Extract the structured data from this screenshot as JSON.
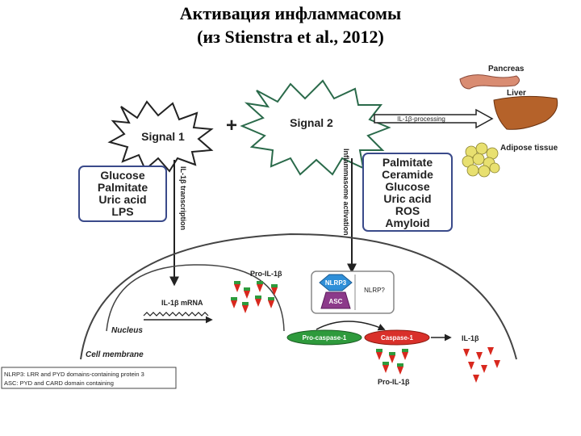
{
  "title": {
    "line1": "Активация   инфламмасомы",
    "line2": "(из Stienstra et al., 2012)"
  },
  "signals": {
    "signal1": "Signal 1",
    "plus": "+",
    "signal2": "Signal 2"
  },
  "arrows": {
    "il1b_processing": "IL-1β-processing",
    "il1b_transcription": "IL-1β transcription",
    "inflammasome_activation": "Inflammasome activation"
  },
  "organs": {
    "pancreas": "Pancreas",
    "liver": "Liver",
    "adipose": "Adipose tissue"
  },
  "signal1_box": [
    "Glucose",
    "Palmitate",
    "Uric acid",
    "LPS"
  ],
  "signal2_box": [
    "Palmitate",
    "Ceramide",
    "Glucose",
    "Uric acid",
    "ROS",
    "Amyloid"
  ],
  "cell": {
    "pro_il1b_top": "Pro-IL-1β",
    "il1b_mrna": "IL-1β mRNA",
    "nucleus": "Nucleus",
    "cell_membrane": "Cell membrane",
    "nlrp3": "NLRP3",
    "asc": "ASC",
    "nlrp_other": "NLRP?",
    "pro_caspase": "Pro-caspase-1",
    "caspase": "Caspase-1",
    "pro_il1b_bottom": "Pro-IL-1β",
    "il1b_out": "IL-1β"
  },
  "legend": [
    "NLRP3: LRR and PYD domains-containing protein 3",
    "ASC: PYD and CARD domain containing"
  ],
  "colors": {
    "liver": "#b5622a",
    "pancreas": "#d98c72",
    "adipose": "#e8e070",
    "nlrp3": "#2f8fd8",
    "asc": "#8c3a8a",
    "procaspase": "#2e9a3c",
    "caspase": "#d9302a",
    "box_border": "#3a4a8a",
    "peptide_red": "#d8281e",
    "peptide_green": "#2e9a3c"
  }
}
